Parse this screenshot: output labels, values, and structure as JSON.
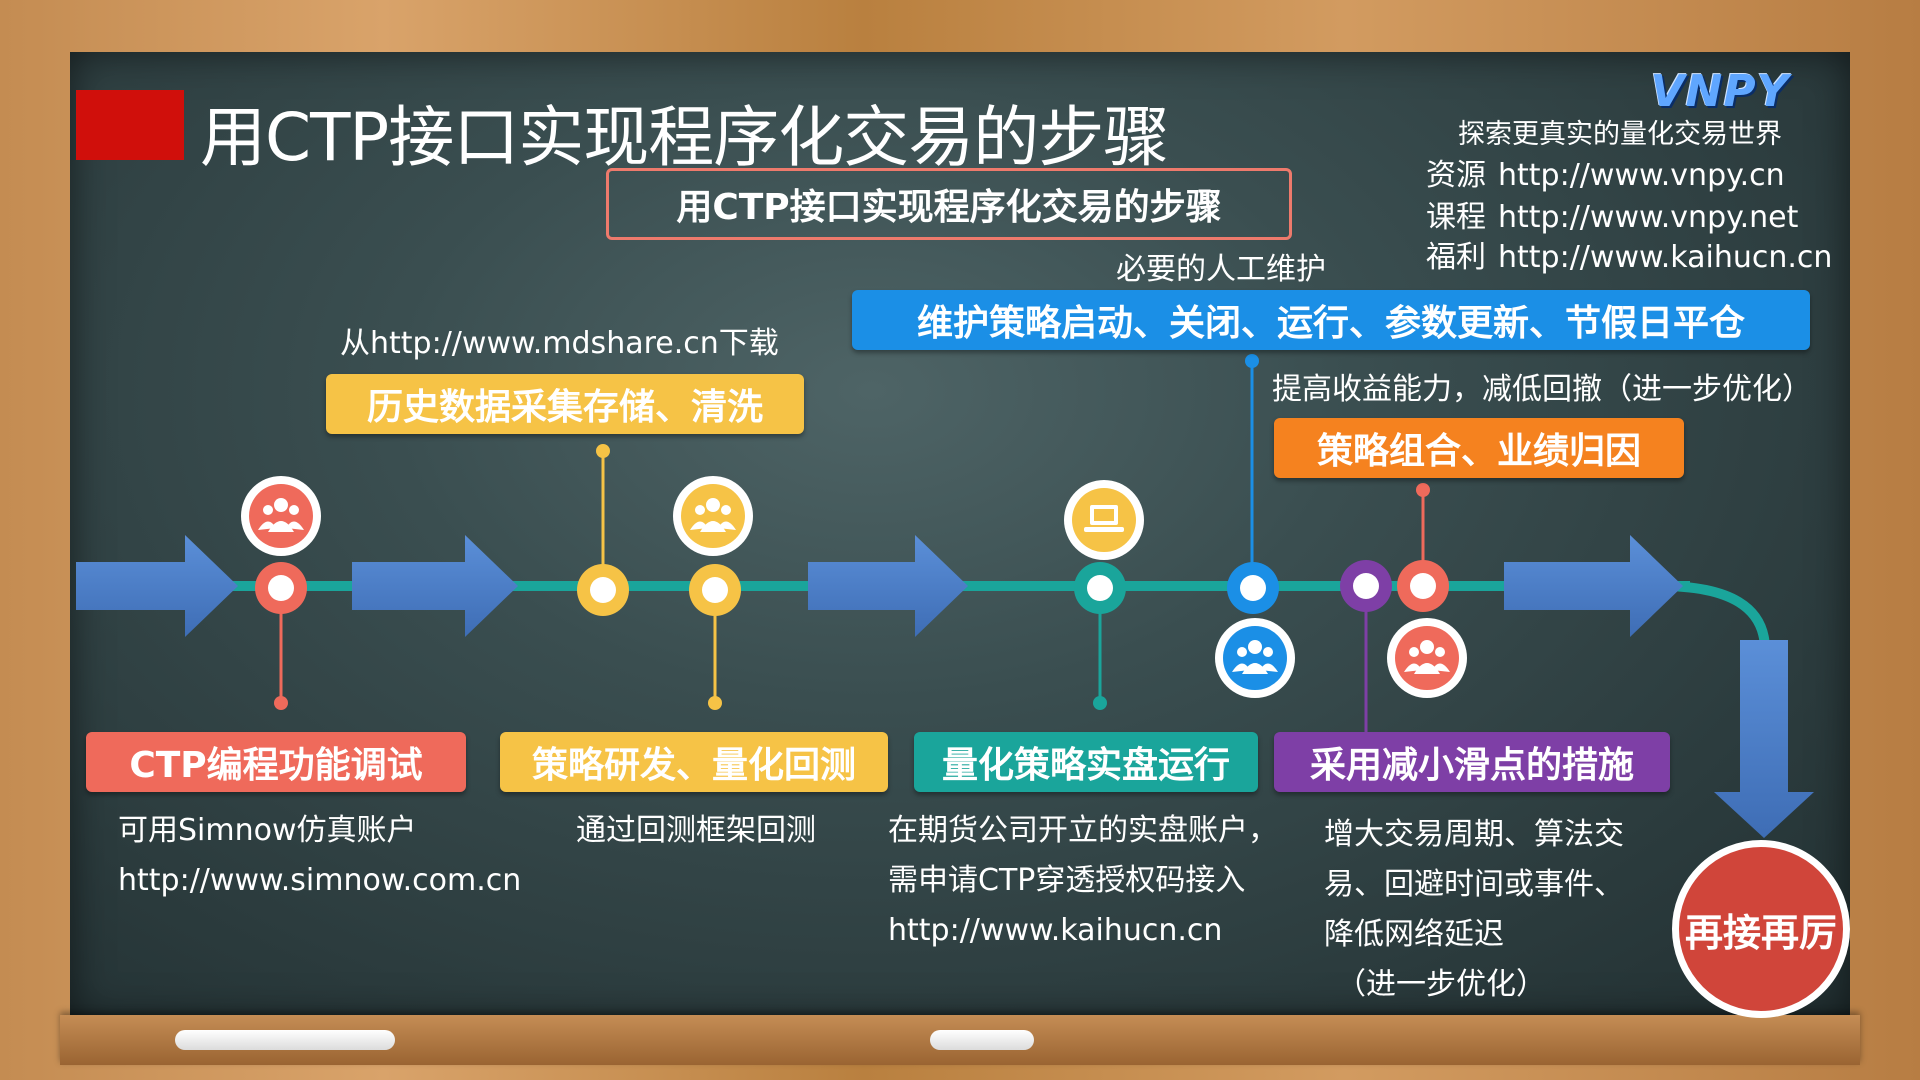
{
  "title": "用CTP接口实现程序化交易的步骤",
  "subtitle": "用CTP接口实现程序化交易的步骤",
  "brand": {
    "logo": "VNPY",
    "tagline": "探索更真实的量化交易世界",
    "resources": [
      {
        "key": "资源",
        "url": "http://www.vnpy.cn"
      },
      {
        "key": "课程",
        "url": "http://www.vnpy.net"
      },
      {
        "key": "福利",
        "url": "http://www.kaihucn.cn"
      }
    ]
  },
  "top_steps": {
    "history": {
      "note": "从http://www.mdshare.cn下载",
      "label": "历史数据采集存储、清洗",
      "color": "#f6c346"
    },
    "maintain": {
      "note": "必要的人工维护",
      "label": "维护策略启动、关闭、运行、参数更新、节假日平仓",
      "color": "#1b8fe6"
    },
    "portfolio": {
      "note": "提高收益能力，减低回撤（进一步优化）",
      "label": "策略组合、业绩归因",
      "color": "#f5821f"
    }
  },
  "bottom_steps": {
    "ctp": {
      "label": "CTP编程功能调试",
      "desc": [
        "可用Simnow仿真账户",
        "http://www.simnow.com.cn"
      ],
      "color": "#ef6a5b"
    },
    "research": {
      "label": "策略研发、量化回测",
      "desc": [
        "通过回测框架回测"
      ],
      "color": "#f6c346"
    },
    "live": {
      "label": "量化策略实盘运行",
      "desc": [
        "在期货公司开立的实盘账户，",
        "需申请CTP穿透授权码接入",
        "http://www.kaihucn.cn"
      ],
      "color": "#1aa59b"
    },
    "slippage": {
      "label": "采用减小滑点的措施",
      "desc": [
        "增大交易周期、算法交",
        "易、回避时间或事件、",
        "降低网络延迟",
        "（进一步优化）"
      ],
      "color": "#7e3fa6"
    }
  },
  "final": {
    "label": "再接再厉",
    "color": "#d0453a"
  },
  "colors": {
    "arrow": "#4a7bc8",
    "line": "#1aa59b"
  }
}
